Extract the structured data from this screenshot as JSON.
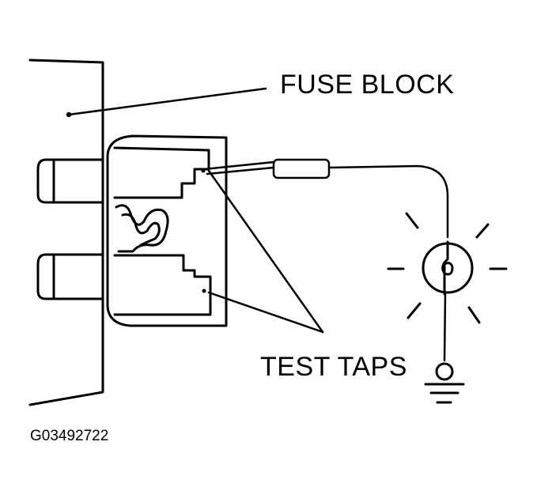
{
  "labels": {
    "fuse_block": "FUSE BLOCK",
    "test_taps": "TEST TAPS",
    "figure_id": "G03492722"
  },
  "colors": {
    "ink": "#000000",
    "background": "#ffffff"
  }
}
